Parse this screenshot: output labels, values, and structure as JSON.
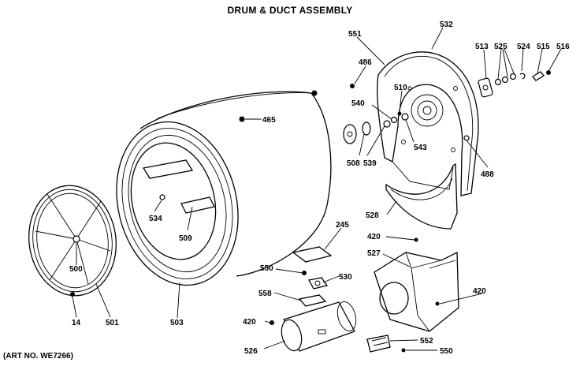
{
  "title": "DRUM & DUCT ASSEMBLY",
  "art_no": "(ART NO. WE7266)",
  "labels": {
    "p532": "532",
    "p551": "551",
    "p513": "513",
    "p525": "525",
    "p524": "524",
    "p515": "515",
    "p516": "516",
    "p486": "486",
    "p510": "510",
    "p540": "540",
    "p465": "465",
    "p543": "543",
    "p508": "508",
    "p539": "539",
    "p488": "488",
    "p534": "534",
    "p509": "509",
    "p528": "528",
    "p245": "245",
    "p420a": "420",
    "p527": "527",
    "p500": "500",
    "p550a": "550",
    "p530": "530",
    "p558": "558",
    "p420b": "420",
    "p420c": "420",
    "p14": "14",
    "p501": "501",
    "p503": "503",
    "p526": "526",
    "p552": "552",
    "p550b": "550"
  }
}
